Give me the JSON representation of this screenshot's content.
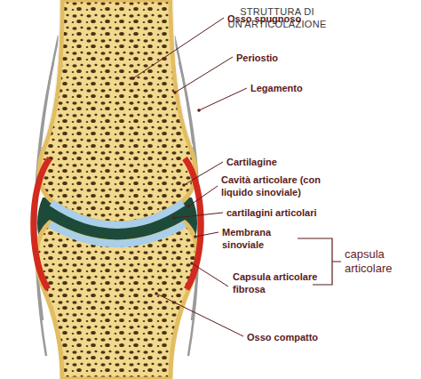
{
  "diagram": {
    "title": "STRUTTURA DI UN'ARTICOLAZIONE",
    "labels": [
      "Osso spugnoso",
      "Periostio",
      "Legamento",
      "Cartilagine",
      "Cavità articolare (con liquido sinoviale)",
      "cartilagini articolari",
      "Membrana sinoviale",
      "capsula articolare",
      "Capsula articolare fibrosa",
      "Osso compatto"
    ]
  }
}
